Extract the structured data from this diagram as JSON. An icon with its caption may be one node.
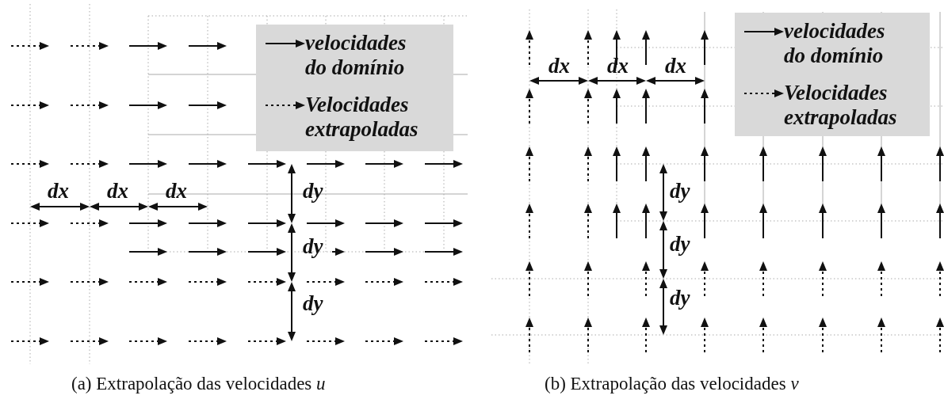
{
  "diagram": {
    "labels": [
      "dx",
      "dx",
      "dx",
      "dy",
      "dy",
      "dy",
      "dx",
      "dx",
      "dx",
      "dy",
      "dy",
      "dy",
      "(a) Extrapolação das velocidades *u*",
      "(b) Extrapolação das velocidades *v*"
    ],
    "legend": [
      {
        "text": "velocidades do domínio"
      },
      {
        "text": "Velocidades extrapoladas"
      },
      {
        "text": "velocidades do domínio"
      },
      {
        "text": "Velocidades extrapoladas"
      }
    ]
  }
}
